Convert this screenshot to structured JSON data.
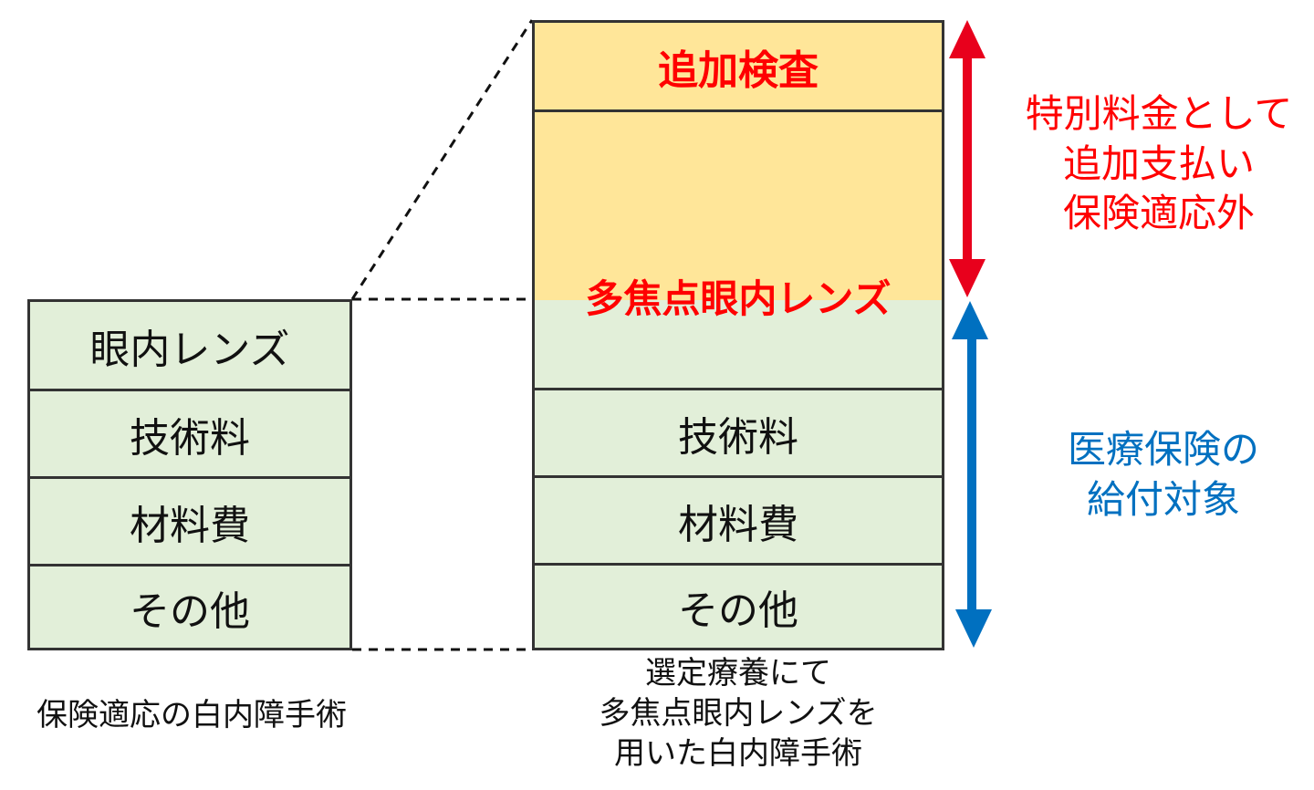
{
  "left_stack": {
    "rows": [
      "眼内レンズ",
      "技術料",
      "材料費",
      "その他"
    ],
    "caption": "保険適応の白内障手術"
  },
  "right_stack": {
    "top_label": "追加検査",
    "lens_label": "多焦点眼内レンズ",
    "rows": [
      "技術料",
      "材料費",
      "その他"
    ],
    "caption_lines": [
      "選定療養にて",
      "多焦点眼内レンズを",
      "用いた白内障手術"
    ]
  },
  "annotations": {
    "red_lines": [
      "特別料金として",
      "追加支払い",
      "保険適応外"
    ],
    "blue_lines": [
      "医療保険の",
      "給付対象"
    ]
  },
  "colors": {
    "green_fill": "#e2efd9",
    "yellow_fill": "#ffe699",
    "red": "#ff0000",
    "blue": "#0070c0",
    "border": "#333333"
  }
}
